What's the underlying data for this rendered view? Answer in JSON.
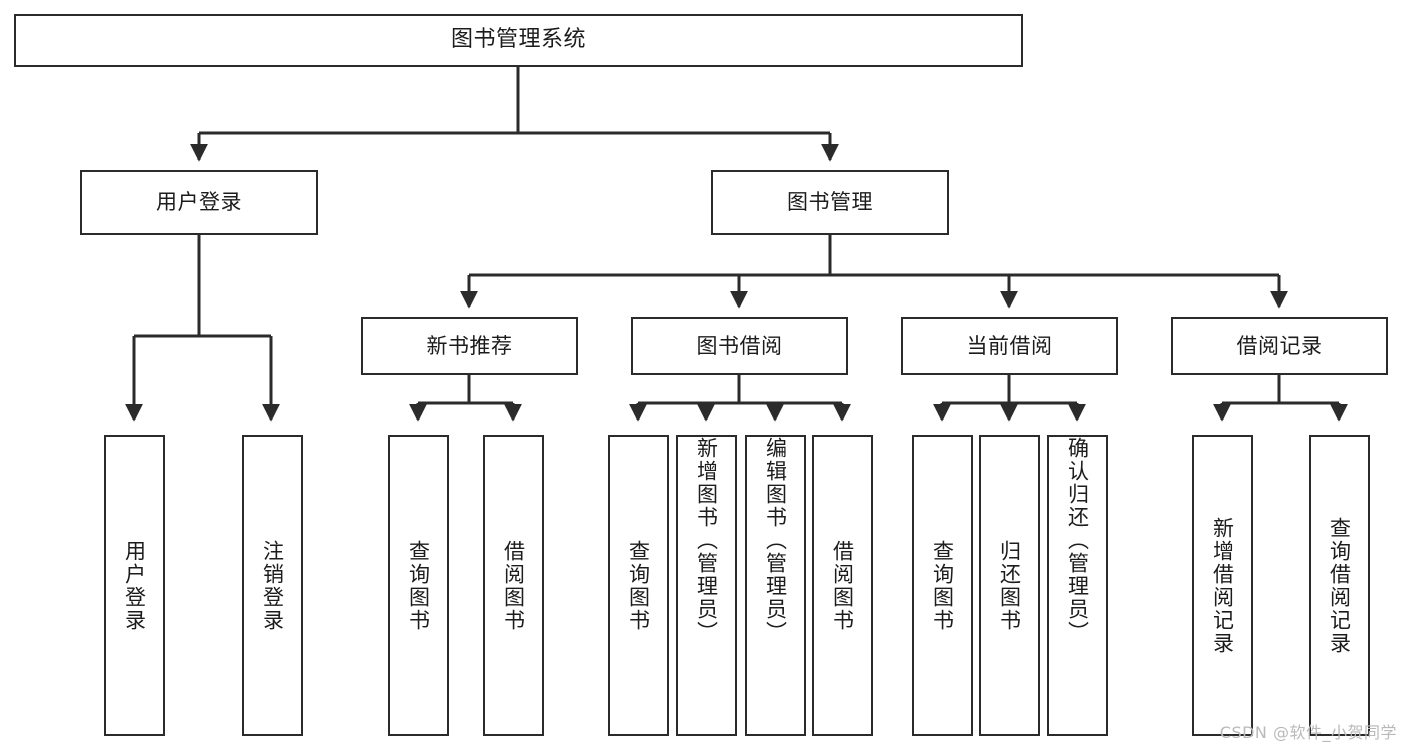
{
  "diagram": {
    "title": "图书管理系统",
    "type": "hierarchy-tree",
    "watermark": "CSDN @软件_小贺同学",
    "colors": {
      "stroke": "#2b2b2b",
      "fill": "#ffffff",
      "text": "#1c1c1c",
      "watermark": "#b9b9b9"
    },
    "levels": [
      {
        "level": 0,
        "nodes": [
          {
            "id": "root",
            "label": "图书管理系统",
            "orientation": "horizontal"
          }
        ]
      },
      {
        "level": 1,
        "nodes": [
          {
            "id": "login",
            "label": "用户登录",
            "orientation": "horizontal",
            "parent": "root"
          },
          {
            "id": "bookmgmt",
            "label": "图书管理",
            "orientation": "horizontal",
            "parent": "root"
          }
        ]
      },
      {
        "level": 2,
        "nodes": [
          {
            "id": "newbook",
            "label": "新书推荐",
            "orientation": "horizontal",
            "parent": "bookmgmt"
          },
          {
            "id": "borrow",
            "label": "图书借阅",
            "orientation": "horizontal",
            "parent": "bookmgmt"
          },
          {
            "id": "current",
            "label": "当前借阅",
            "orientation": "horizontal",
            "parent": "bookmgmt"
          },
          {
            "id": "records",
            "label": "借阅记录",
            "orientation": "horizontal",
            "parent": "bookmgmt"
          }
        ]
      },
      {
        "level": 3,
        "nodes": [
          {
            "id": "leaf1",
            "label": "用户登录",
            "orientation": "vertical",
            "parent": "login"
          },
          {
            "id": "leaf2",
            "label": "注销登录",
            "orientation": "vertical",
            "parent": "login"
          },
          {
            "id": "leaf3",
            "label": "查询图书",
            "orientation": "vertical",
            "parent": "newbook"
          },
          {
            "id": "leaf4",
            "label": "借阅图书",
            "orientation": "vertical",
            "parent": "newbook"
          },
          {
            "id": "leaf5",
            "label": "查询图书",
            "orientation": "vertical",
            "parent": "borrow"
          },
          {
            "id": "leaf6",
            "label": "新增图书（管理员）",
            "orientation": "vertical",
            "parent": "borrow"
          },
          {
            "id": "leaf7",
            "label": "编辑图书（管理员）",
            "orientation": "vertical",
            "parent": "borrow"
          },
          {
            "id": "leaf8",
            "label": "借阅图书",
            "orientation": "vertical",
            "parent": "borrow"
          },
          {
            "id": "leaf9",
            "label": "查询图书",
            "orientation": "vertical",
            "parent": "current"
          },
          {
            "id": "leaf10",
            "label": "归还图书",
            "orientation": "vertical",
            "parent": "current"
          },
          {
            "id": "leaf11",
            "label": "确认归还（管理员）",
            "orientation": "vertical",
            "parent": "current"
          },
          {
            "id": "leaf12",
            "label": "新增借阅记录",
            "orientation": "vertical",
            "parent": "records"
          },
          {
            "id": "leaf13",
            "label": "查询借阅记录",
            "orientation": "vertical",
            "parent": "records"
          }
        ]
      }
    ]
  }
}
